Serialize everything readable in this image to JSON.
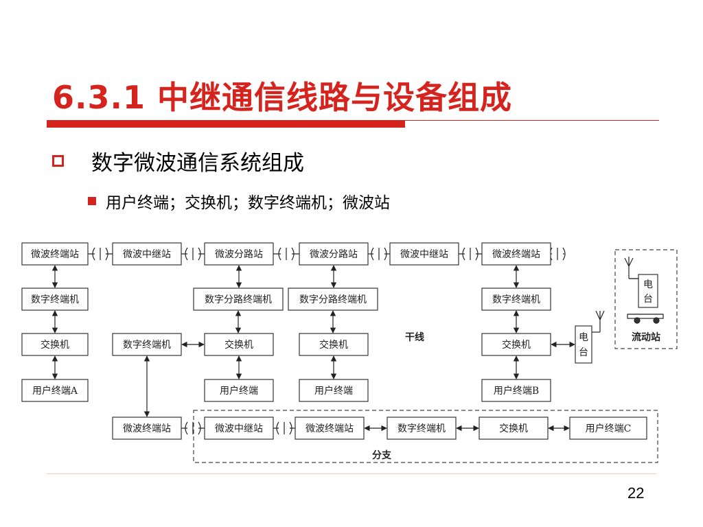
{
  "slide": {
    "title": "6.3.1 中继通信线路与设备组成",
    "bullet1": "数字微波通信系统组成",
    "bullet2": "用户终端；交换机；数字终端机；微波站",
    "page_number": "22"
  },
  "colors": {
    "accent": "#d5231e",
    "stroke": "#333333"
  },
  "diagram": {
    "nodes": {
      "r1c1": "微波终端站",
      "r1c2": "微波中继站",
      "r1c3": "微波分路站",
      "r1c4": "微波分路站",
      "r1c5": "微波中继站",
      "r1c6": "微波终端站",
      "r2c1": "数字终端机",
      "r2c3": "数字分路终端机",
      "r2c4": "数字分路终端机",
      "r2c6": "数字终端机",
      "r3c1": "交换机",
      "r3c2": "数字终端机",
      "r3c3": "交换机",
      "r3c4": "交换机",
      "r3c6": "交换机",
      "r4c1": "用户终端A",
      "r4c3": "用户终端",
      "r4c4": "用户终端",
      "r4c6": "用户终端B",
      "b1": "微波终端站",
      "b2": "微波中继站",
      "b3": "微波终端站",
      "b4": "数字终端机",
      "b5": "交换机",
      "b6": "用户终端C"
    },
    "labels": {
      "trunk": "干线",
      "branch": "分支",
      "mobile_station": "流动站",
      "radio_1": "电台",
      "radio_2": "电台"
    }
  }
}
